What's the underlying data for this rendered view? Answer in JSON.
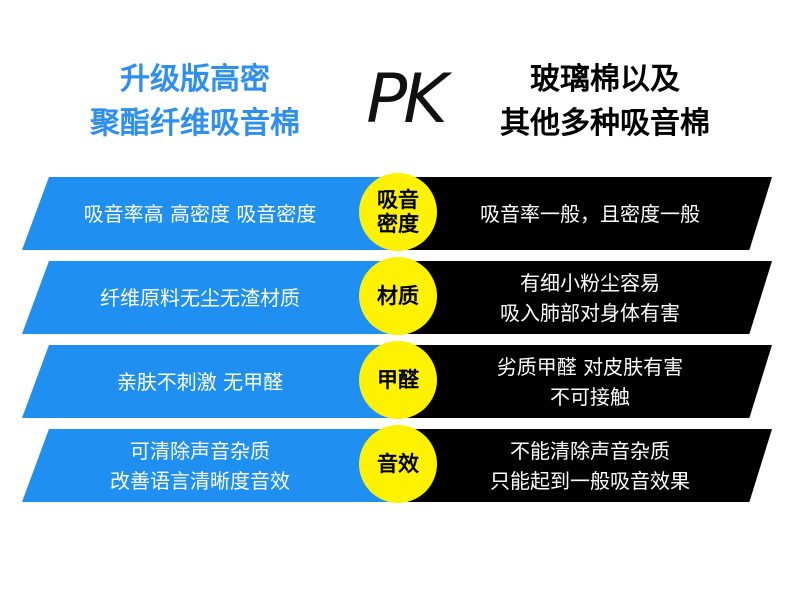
{
  "header": {
    "left_line1": "升级版高密",
    "left_line2": "聚酯纤维吸音棉",
    "pk": "PK",
    "right_line1": "玻璃棉以及",
    "right_line2": "其他多种吸音棉"
  },
  "rows": [
    {
      "left_lines": [
        "吸音率高 高密度 吸音密度"
      ],
      "label_lines": [
        "吸音",
        "密度"
      ],
      "right_lines": [
        "吸音率一般，且密度一般"
      ]
    },
    {
      "left_lines": [
        "纤维原料无尘无渣材质"
      ],
      "label_lines": [
        "材质"
      ],
      "right_lines": [
        "有细小粉尘容易",
        "吸入肺部对身体有害"
      ]
    },
    {
      "left_lines": [
        "亲肤不刺激 无甲醛"
      ],
      "label_lines": [
        "甲醛"
      ],
      "right_lines": [
        "劣质甲醛 对皮肤有害",
        "不可接触"
      ]
    },
    {
      "left_lines": [
        "可清除声音杂质",
        "改善语言清晰度音效"
      ],
      "label_lines": [
        "音效"
      ],
      "right_lines": [
        "不能清除声音杂质",
        "只能起到一般吸音效果"
      ]
    }
  ],
  "colors": {
    "blue": "#1f8ff2",
    "black": "#000000",
    "yellow": "#fff200",
    "title_blue": "#2f8ff0"
  }
}
